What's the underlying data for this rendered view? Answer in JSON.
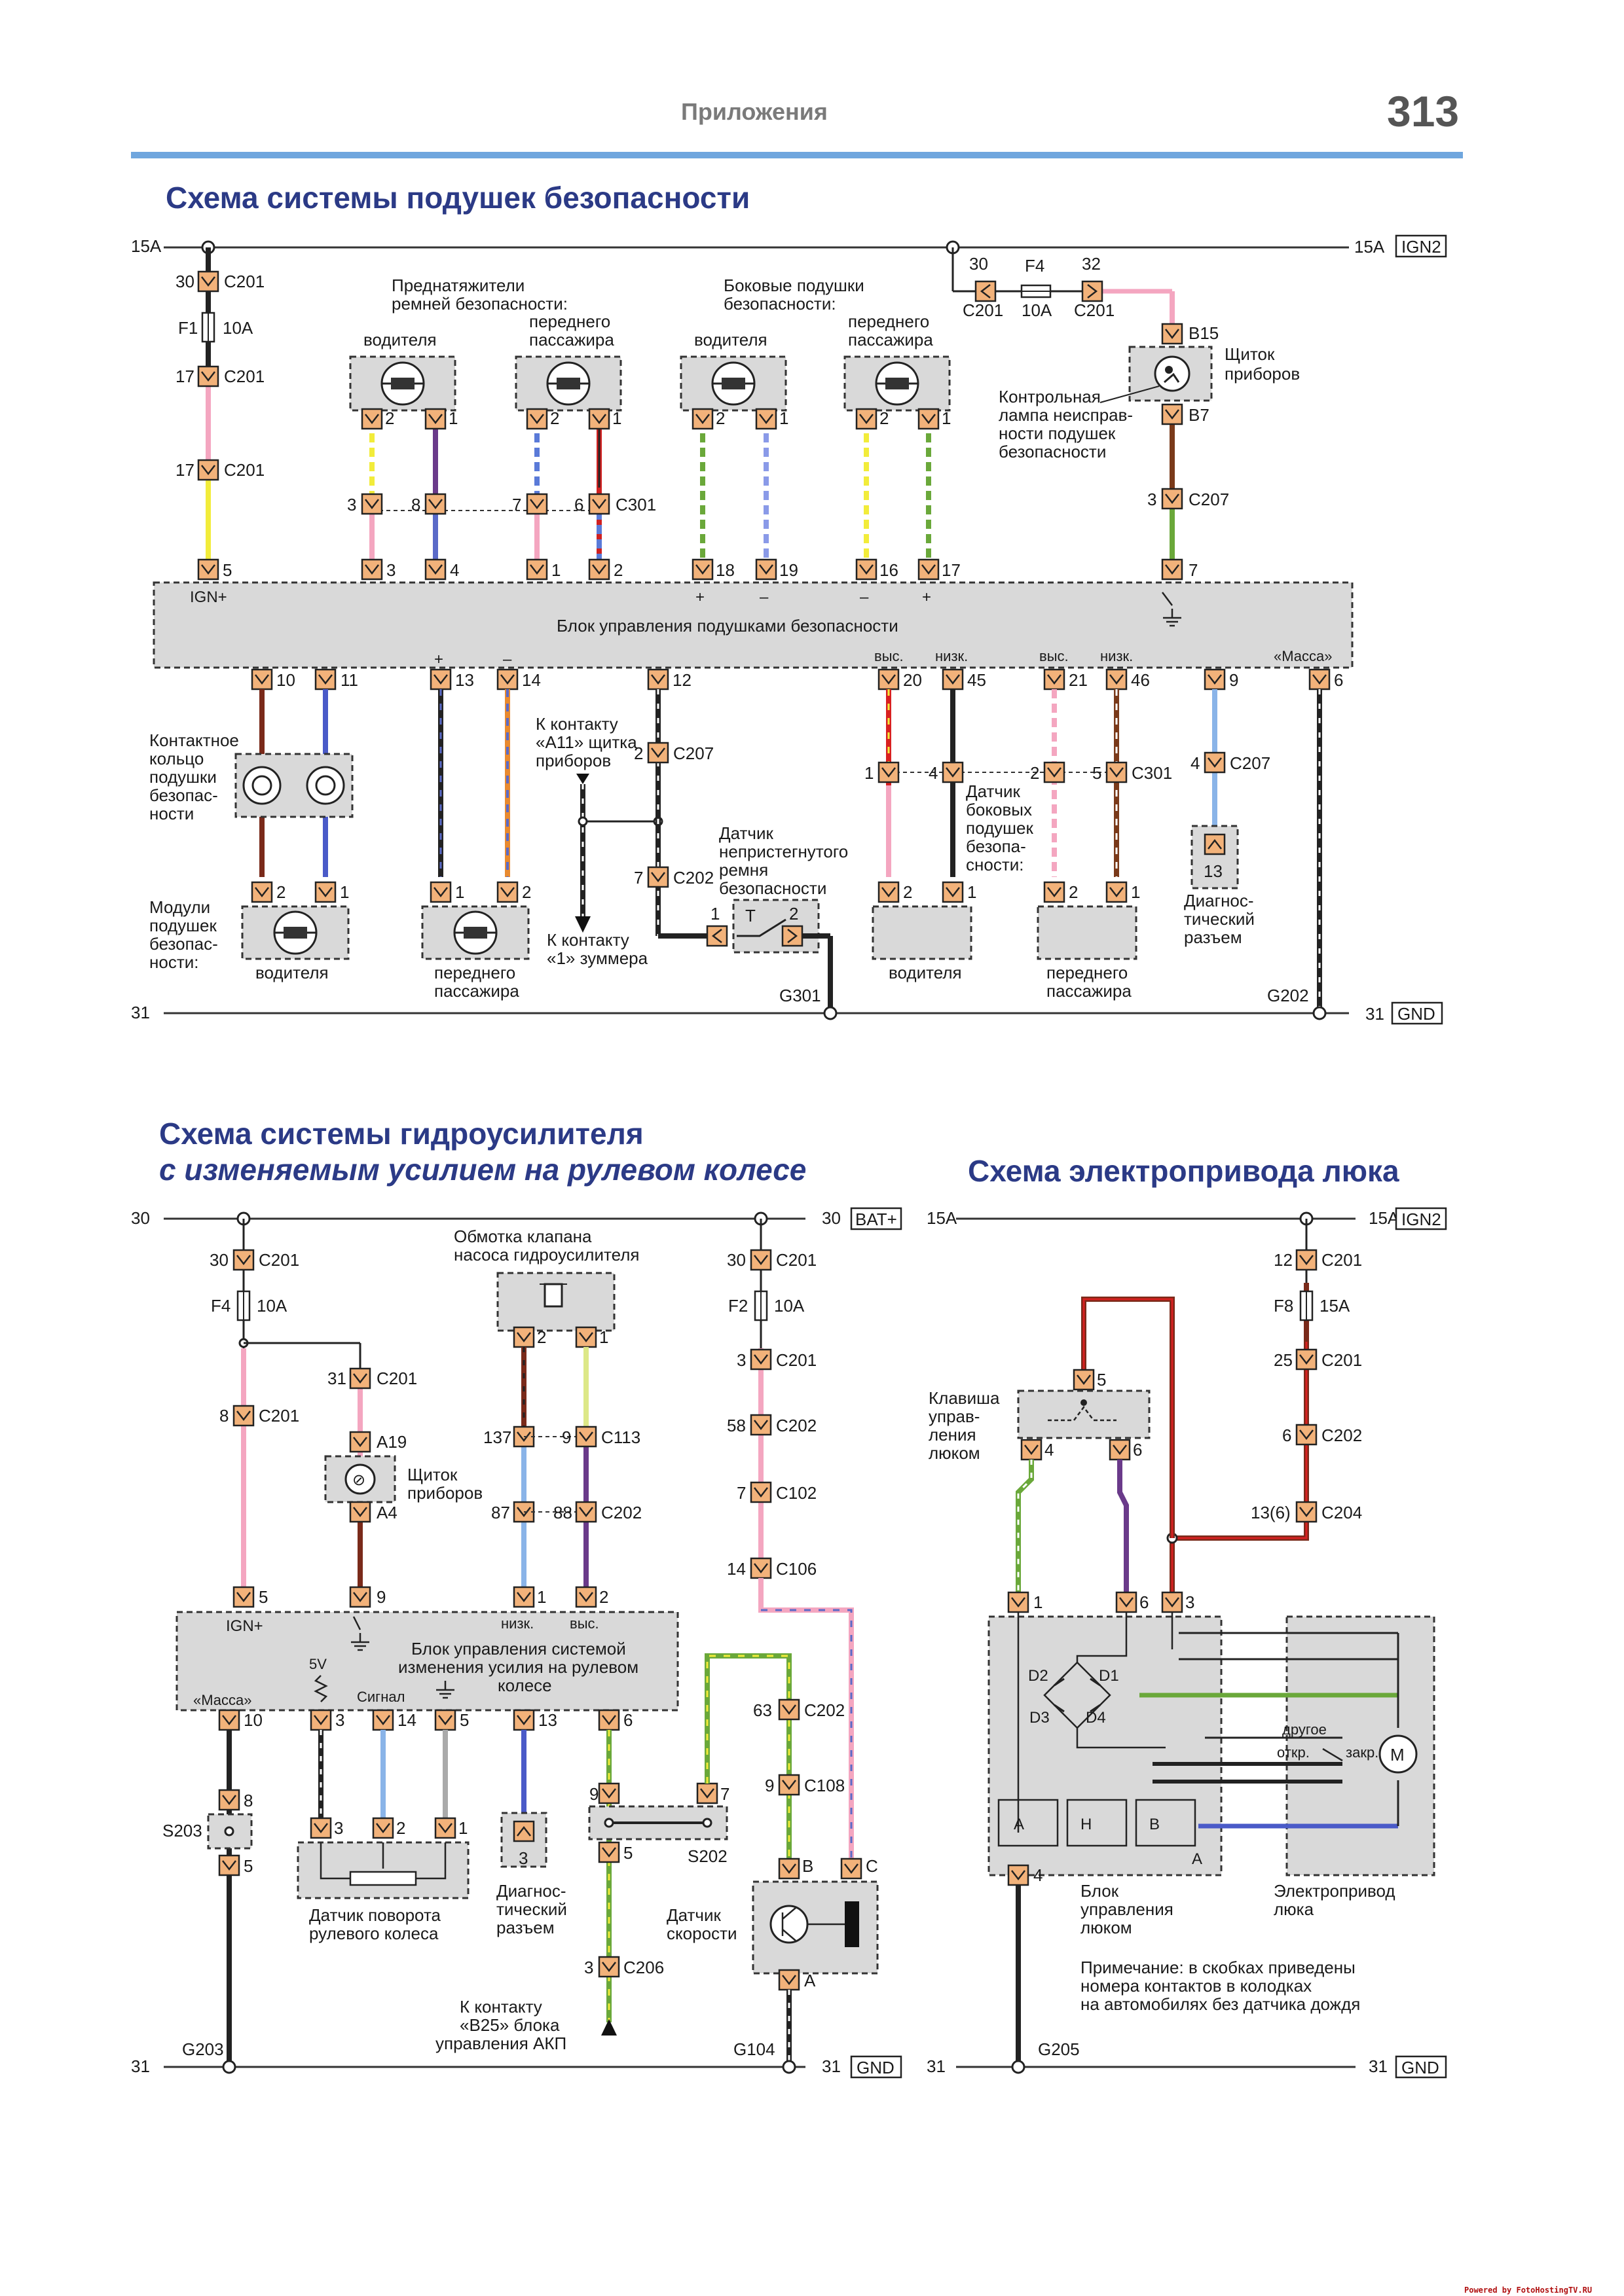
{
  "header": {
    "section": "Приложения",
    "page_number": "313"
  },
  "titles": {
    "airbag": "Схема системы подушек безопасности",
    "ps_line1": "Схема системы гидроусилителя",
    "ps_line2": "с изменяемым усилием на рулевом колесе",
    "sunroof": "Схема электропривода люка"
  },
  "airbag": {
    "bus_left": "15A",
    "bus_right": "15A",
    "bus_right_tag": "IGN2",
    "gnd_left": "31",
    "gnd_right": "31",
    "gnd_tag": "GND",
    "pin_30": "30",
    "c201": "C201",
    "f1": "F1",
    "f1_rating": "10A",
    "pin_17": "17",
    "pin_32": "32",
    "f4": "F4",
    "f4_rating": "10A",
    "pretensioners_l1": "Преднатяжители",
    "pretensioners_l2": "ремней безопасности:",
    "driver": "водителя",
    "front_pass_l1": "переднего",
    "front_pass_l2": "пассажира",
    "side_l1": "Боковые подушки",
    "side_l2": "безопасности:",
    "b15": "B15",
    "b7": "B7",
    "c207": "C207",
    "pin_3": "3",
    "cluster_l1": "Щиток",
    "cluster_l2": "приборов",
    "lamp_l1": "Контрольная",
    "lamp_l2": "лампа неисправ-",
    "lamp_l3": "ности подушек",
    "lamp_l4": "безопасности",
    "c301": "C301",
    "pin_8": "8",
    "pin_7": "7",
    "pin_6": "6",
    "ign": "IGN+",
    "pins_top": [
      "5",
      "3",
      "4",
      "1",
      "2",
      "18",
      "19",
      "16",
      "17",
      "7"
    ],
    "plus": "+",
    "minus": "–",
    "module": "Блок управления подушками безопасности",
    "pins_bottom": [
      "10",
      "11",
      "13",
      "14",
      "12",
      "20",
      "45",
      "21",
      "46",
      "9",
      "6"
    ],
    "high": "выс.",
    "low": "низк.",
    "mass": "«Масса»",
    "clock_l1": "Контактное",
    "clock_l2": "кольцо",
    "clock_l3": "подушки",
    "clock_l4": "безопас-",
    "clock_l5": "ности",
    "modules_l1": "Модули",
    "modules_l2": "подушек",
    "modules_l3": "безопас-",
    "modules_l4": "ности:",
    "a11_l1": "К контакту",
    "a11_l2": "«A11» щитка",
    "a11_l3": "приборов",
    "zum_l1": "К контакту",
    "zum_l2": "«1» зуммера",
    "c202": "C202",
    "pin_2": "2",
    "pin_4": "4",
    "pin_5": "5",
    "pin_1": "1",
    "pin_13": "13",
    "belt_l1": "Датчик",
    "belt_l2": "непристегнутого",
    "belt_l3": "ремня",
    "belt_l4": "безопасности",
    "sens_l1": "Датчик",
    "sens_l2": "боковых",
    "sens_l3": "подушек",
    "sens_l4": "безопа-",
    "sens_l5": "сности:",
    "diag_l1": "Диагнос-",
    "diag_l2": "тический",
    "diag_l3": "разъем",
    "g301": "G301",
    "g202": "G202",
    "t": "T"
  },
  "steer": {
    "bus_left": "30",
    "bus_right": "30",
    "bus_tag": "BAT+",
    "gnd_left": "31",
    "gnd_right": "31",
    "gnd_tag": "GND",
    "c201": "C201",
    "f4": "F4",
    "f2": "F2",
    "r10": "10A",
    "pin_30": "30",
    "pin_31": "31",
    "pin_8": "8",
    "pin_3": "3",
    "pin_58": "58",
    "pin_7": "7",
    "pin_14": "14",
    "a19": "A19",
    "a4": "A4",
    "cluster_l1": "Щиток",
    "cluster_l2": "приборов",
    "coil_l1": "Обмотка клапана",
    "coil_l2": "насоса гидроусилителя",
    "pin_137": "137",
    "pin_9": "9",
    "pin_87": "87",
    "pin_88": "88",
    "c113": "C113",
    "c202": "C202",
    "c102": "C102",
    "c106": "C106",
    "c108": "C108",
    "c206": "C206",
    "ign": "IGN+",
    "low": "низк.",
    "high": "выс.",
    "mod_l1": "Блок управления системой",
    "mod_l2": "изменения усилия на рулевом",
    "mod_l3": "колесе",
    "mass": "«Масса»",
    "v5": "5V",
    "signal": "Сигнал",
    "pins_mod": [
      "5",
      "9",
      "1",
      "2",
      "10",
      "3",
      "14",
      "5",
      "13",
      "6"
    ],
    "s203": "S203",
    "s202": "S202",
    "pin_5": "5",
    "pin_2": "2",
    "pin_1": "1",
    "pin_63": "63",
    "sensor_l1": "Датчик поворота",
    "sensor_l2": "рулевого колеса",
    "diag_l1": "Диагнос-",
    "diag_l2": "тический",
    "diag_l3": "разъем",
    "spd_l1": "Датчик",
    "spd_l2": "скорости",
    "pin_b": "B",
    "pin_c": "C",
    "pin_a": "A",
    "b25_l1": "К контакту",
    "b25_l2": "«B25» блока",
    "b25_l3": "управления АКП",
    "g203": "G203",
    "g104": "G104"
  },
  "sunroof": {
    "bus_left": "15A",
    "bus_right": "15A",
    "bus_tag": "IGN2",
    "gnd_left": "31",
    "gnd_right": "31",
    "gnd_tag": "GND",
    "pin_12": "12",
    "c201": "C201",
    "f8": "F8",
    "f8_rating": "15A",
    "pin_25": "25",
    "pin_6": "6",
    "c202": "C202",
    "pin_136": "13(6)",
    "c204": "C204",
    "pin_5": "5",
    "pin_4": "4",
    "pin_1": "1",
    "pin_3": "3",
    "sw_l1": "Клавиша",
    "sw_l2": "управ-",
    "sw_l3": "ления",
    "sw_l4": "люком",
    "d1": "D1",
    "d2": "D2",
    "d3": "D3",
    "d4": "D4",
    "ra": "A",
    "rh": "H",
    "rb": "B",
    "pa": "A",
    "other": "другое",
    "open": "откр.",
    "close": "закр.",
    "motor": "M",
    "blk_l1": "Блок",
    "blk_l2": "управления",
    "blk_l3": "люком",
    "act_l1": "Электропривод",
    "act_l2": "люка",
    "note_l1": "Примечание: в скобках приведены",
    "note_l2": "номера контактов в колодках",
    "note_l3": "на автомобилях без датчика дождя",
    "g205": "G205"
  },
  "footer": {
    "credit": "Powered by FotoHostingTV.RU"
  },
  "colors": {
    "title": "#2b3a86",
    "rule": "#6fa6de",
    "block": "#d9d9d9",
    "connector": "#f2b27a"
  }
}
